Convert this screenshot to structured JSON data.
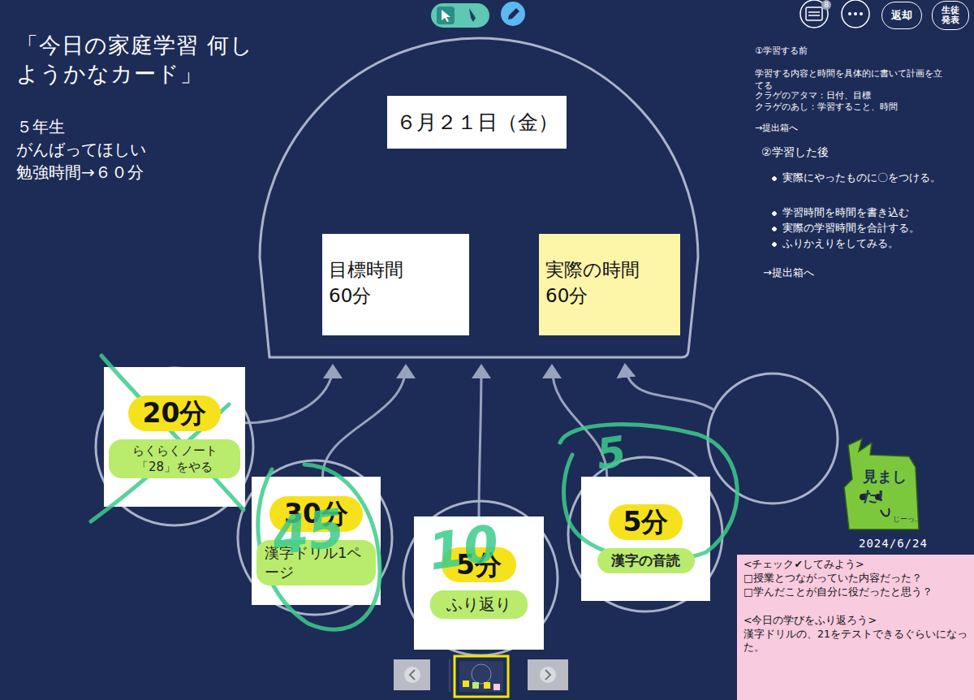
{
  "diagram": {
    "title": "「今日の家庭学習 何しようかなカード」",
    "nodes": [
      {
        "text": []
      },
      {
        "text": [
          "６月２１日（金）"
        ],
        "in": 0
      },
      {
        "text": [
          "目標時間",
          "60分"
        ],
        "in": 0
      },
      {
        "text": [
          "実際の時間",
          "60分"
        ],
        "in": 0
      },
      {
        "text": [
          "20分",
          "らくらくノート「28」をやる"
        ]
      },
      {
        "text": [
          "30分",
          "漢字ドリル1ページ"
        ]
      },
      {
        "text": [
          "5分",
          "ふり返り"
        ]
      },
      {
        "text": [
          "5分",
          "漢字の音読"
        ]
      },
      {
        "text": [
          "<チェック✔してみよう>",
          "□授業とつながっていた内容だった？",
          "□学んだことが自分に役だったと思う？",
          "<今日の学びをふり返ろう>",
          "漢字ドリルの、21をテストできるぐらいになった。"
        ]
      },
      {
        "text": [
          "返却"
        ]
      },
      {
        "text": [
          "生徒 発表"
        ]
      }
    ],
    "edges": [
      {
        "from": 4,
        "to": 0,
        "arrow": "to"
      },
      {
        "from": 5,
        "to": 0,
        "arrow": "to"
      },
      {
        "from": 6,
        "to": 0,
        "arrow": "to"
      },
      {
        "from": 7,
        "to": 0,
        "arrow": "to"
      }
    ],
    "labels": [
      "５年生",
      "がんばってほしい",
      "勉強時間→６０分",
      "①学習する前",
      "学習する内容と時間を具体的に書いて計画を立てる",
      "クラゲのアタマ：日付、目標",
      "クラゲのあし：学習すること、時間",
      "→提出箱へ",
      "②学習した後",
      "実際にやったものに〇をつける。",
      "学習時間を時間を書き込む",
      "実際の学習時間を合計する。",
      "ふりかえりをしてみる。",
      "→提出箱へ",
      "8",
      "45",
      "10",
      "5",
      "見ました!",
      "じーっ…",
      "2024/6/24"
    ]
  }
}
